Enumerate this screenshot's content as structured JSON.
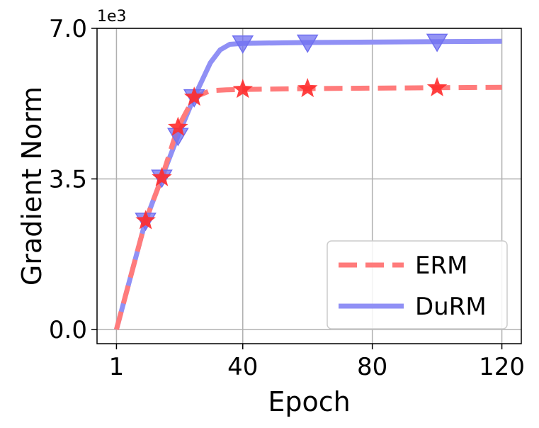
{
  "chart_data": {
    "type": "line",
    "xlabel": "Epoch",
    "ylabel": "Gradient Norm",
    "y_offset_label": "1e3",
    "xlim": [
      -5,
      126
    ],
    "ylim": [
      -0.33,
      7.0
    ],
    "x_ticks": [
      1,
      40,
      80,
      120
    ],
    "x_tick_labels": [
      "1",
      "40",
      "80",
      "120"
    ],
    "y_ticks": [
      0.0,
      3.5,
      7.0
    ],
    "y_tick_labels": [
      "0.0",
      "3.5",
      "7.0"
    ],
    "grid": true,
    "legend_position": "lower-right",
    "series": [
      {
        "name": "ERM",
        "color": "#ff7b7b",
        "marker_color": "#ff2b2b",
        "line_style": "dashed",
        "marker": "star",
        "x": [
          1,
          10,
          15,
          20,
          25,
          30,
          35,
          40,
          60,
          80,
          100,
          120
        ],
        "y": [
          0.0,
          2.53,
          3.53,
          4.7,
          5.4,
          5.55,
          5.57,
          5.58,
          5.6,
          5.61,
          5.62,
          5.63
        ],
        "marker_x": [
          10,
          15,
          20,
          25,
          40,
          60,
          100
        ],
        "marker_y": [
          2.53,
          3.53,
          4.7,
          5.4,
          5.58,
          5.6,
          5.62
        ]
      },
      {
        "name": "DuRM",
        "color": "#9090f5",
        "marker_color": "#7070f0",
        "line_style": "solid",
        "marker": "triangle-down",
        "x": [
          1,
          10,
          15,
          20,
          25,
          30,
          33,
          36,
          40,
          60,
          80,
          100,
          120
        ],
        "y": [
          0.0,
          2.53,
          3.53,
          4.5,
          5.4,
          6.2,
          6.5,
          6.63,
          6.65,
          6.67,
          6.68,
          6.69,
          6.7
        ],
        "marker_x": [
          10,
          15,
          20,
          25,
          40,
          60,
          100
        ],
        "marker_y": [
          2.53,
          3.53,
          4.5,
          5.4,
          6.65,
          6.67,
          6.69
        ]
      }
    ]
  }
}
